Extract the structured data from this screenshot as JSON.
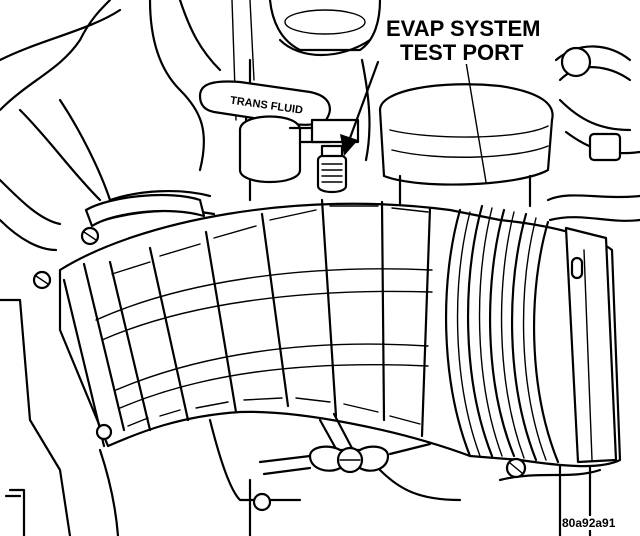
{
  "callout": {
    "line1": "EVAP SYSTEM",
    "line2": "TEST PORT"
  },
  "dipstick_label": "TRANS FLUID",
  "figure_id": "80a92a91",
  "colors": {
    "ink": "#000000",
    "paper": "#ffffff"
  }
}
